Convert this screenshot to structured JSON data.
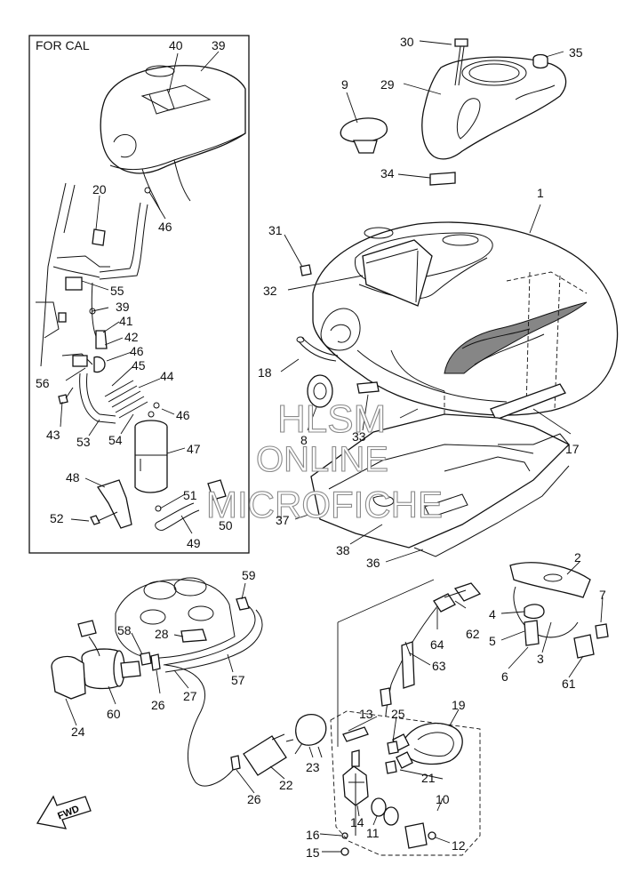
{
  "inset": {
    "title": "FOR CAL"
  },
  "watermark": {
    "line1": "HLSM",
    "line2": "ONLINE",
    "line3": "MICROFICHE"
  },
  "direction_badge": {
    "label": "FWD"
  },
  "callouts": {
    "c1": "1",
    "c2": "2",
    "c3": "3",
    "c4": "4",
    "c5": "5",
    "c6": "6",
    "c7": "7",
    "c8": "8",
    "c9": "9",
    "c10": "10",
    "c11": "11",
    "c12": "12",
    "c13": "13",
    "c14": "14",
    "c15": "15",
    "c16": "16",
    "c17": "17",
    "c18": "18",
    "c19": "19",
    "c20": "20",
    "c21": "21",
    "c22": "22",
    "c23": "23",
    "c24": "24",
    "c25": "25",
    "c26a": "26",
    "c26b": "26",
    "c27": "27",
    "c28": "28",
    "c29": "29",
    "c30": "30",
    "c31": "31",
    "c32": "32",
    "c33": "33",
    "c34": "34",
    "c35": "35",
    "c36": "36",
    "c37": "37",
    "c38": "38",
    "c39a": "39",
    "c39b": "39",
    "c40": "40",
    "c41": "41",
    "c42": "42",
    "c43": "43",
    "c44": "44",
    "c45": "45",
    "c46a": "46",
    "c46b": "46",
    "c46c": "46",
    "c47": "47",
    "c48": "48",
    "c49": "49",
    "c50": "50",
    "c51": "51",
    "c52": "52",
    "c53": "53",
    "c54": "54",
    "c55": "55",
    "c56": "56",
    "c57": "57",
    "c58": "58",
    "c59": "59",
    "c60": "60",
    "c61": "61",
    "c62": "62",
    "c63": "63",
    "c64": "64"
  }
}
